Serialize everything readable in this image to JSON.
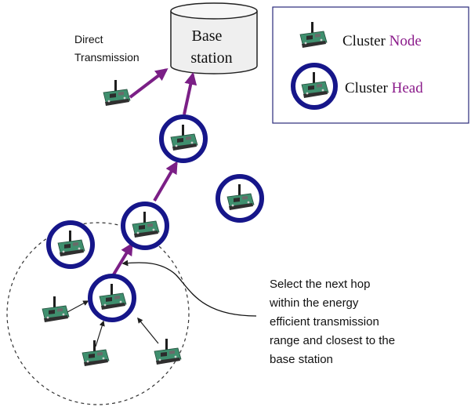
{
  "base_station": {
    "label_line1": "Base",
    "label_line2": "station"
  },
  "direct_transmission": {
    "line1": "Direct",
    "line2": "Transmission"
  },
  "legend": {
    "node": {
      "prefix": "Cluster ",
      "highlight": "Node"
    },
    "head": {
      "prefix": "Cluster ",
      "highlight": "Head"
    }
  },
  "annotation": {
    "lines": [
      "Select the next hop",
      "within the energy",
      "efficient transmission",
      "range and closest to the",
      "base station"
    ]
  },
  "colors": {
    "head_ring": "#16168a",
    "route_arrow": "#7b1f86",
    "legend_highlight": "#8a1a8a",
    "board_green": "#3f8f6e",
    "board_dark": "#2b2b2b",
    "cylinder_fill": "#efefef"
  },
  "icons": {
    "sensor": "sensor-node-icon",
    "head": "cluster-head-icon",
    "base": "base-station-cylinder-icon"
  }
}
